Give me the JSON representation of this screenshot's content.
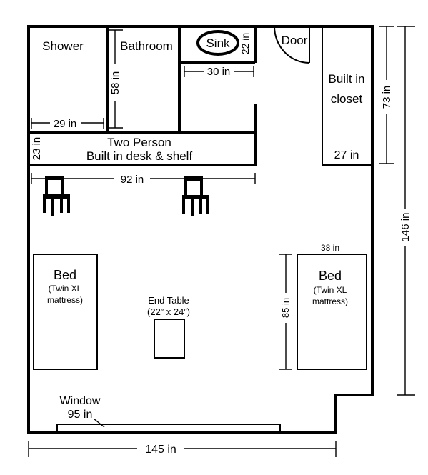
{
  "rooms": {
    "shower": "Shower",
    "bathroom": "Bathroom",
    "sink": "Sink",
    "door": "Door",
    "closet_line1": "Built in",
    "closet_line2": "closet",
    "desk_line1": "Two Person",
    "desk_line2": "Built in desk & shelf",
    "bed_left_title": "Bed",
    "bed_left_line1": "(Twin XL",
    "bed_left_line2": "mattress)",
    "bed_right_title": "Bed",
    "bed_right_line1": "(Twin XL",
    "bed_right_line2": "mattress)",
    "end_table_line1": "End Table",
    "end_table_line2": "(22” x 24”)",
    "window": "Window"
  },
  "dimensions": {
    "sink_depth": "22 in",
    "sink_width": "30 in",
    "bathroom_depth": "58 in",
    "shower_width": "29 in",
    "closet_depth": "73 in",
    "closet_width": "27 in",
    "room_depth": "146 in",
    "desk_depth": "23 in",
    "desk_width": "92 in",
    "bed_width": "38 in",
    "bed_length": "85 in",
    "window_width": "95 in",
    "room_width": "145 in"
  }
}
